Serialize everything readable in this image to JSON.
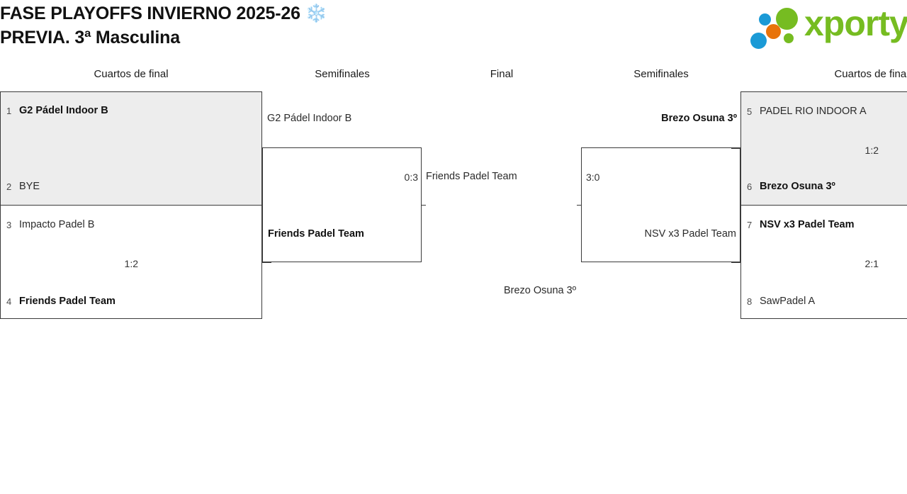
{
  "header": {
    "title": "FASE PLAYOFFS INVIERNO 2025-26 ❄️\nPREVIA. 3ª Masculina",
    "logo_text": "xporty",
    "logo_colors": {
      "green": "#76bc21",
      "blue": "#1b9ad6",
      "orange": "#e8730a"
    }
  },
  "rounds": [
    {
      "label": "Cuartos de final"
    },
    {
      "label": "Semifinales"
    },
    {
      "label": "Final"
    },
    {
      "label": "Semifinales"
    },
    {
      "label": "Cuartos de final"
    }
  ],
  "bracket": {
    "left_quarterfinals": [
      {
        "shaded": true,
        "top": {
          "seed": "1",
          "team": "G2 Pádel Indoor B",
          "winner": true
        },
        "bottom": {
          "seed": "2",
          "team": "BYE",
          "winner": false
        },
        "score": ""
      },
      {
        "shaded": false,
        "top": {
          "seed": "3",
          "team": "Impacto Padel B",
          "winner": false
        },
        "bottom": {
          "seed": "4",
          "team": "Friends Padel Team",
          "winner": true
        },
        "score": "1:2"
      }
    ],
    "left_semifinal": {
      "top": {
        "team": "G2 Pádel Indoor B",
        "winner": false
      },
      "bottom": {
        "team": "Friends Padel Team",
        "winner": true
      },
      "score": "0:3"
    },
    "final": {
      "top": {
        "team": "Friends Padel Team",
        "winner": false
      },
      "bottom": {
        "team": "Brezo Osuna 3º",
        "winner": false
      },
      "score": ""
    },
    "right_semifinal": {
      "top": {
        "team": "Brezo Osuna 3º",
        "winner": true
      },
      "bottom": {
        "team": "NSV x3 Padel Team",
        "winner": false
      },
      "score": "3:0"
    },
    "right_quarterfinals": [
      {
        "shaded": true,
        "top": {
          "seed": "5",
          "team": "PADEL RIO INDOOR A",
          "winner": false
        },
        "bottom": {
          "seed": "6",
          "team": "Brezo Osuna 3º",
          "winner": true
        },
        "score": "1:2"
      },
      {
        "shaded": false,
        "top": {
          "seed": "7",
          "team": "NSV x3 Padel Team",
          "winner": true
        },
        "bottom": {
          "seed": "8",
          "team": "SawPadel A",
          "winner": false
        },
        "score": "2:1"
      }
    ]
  }
}
